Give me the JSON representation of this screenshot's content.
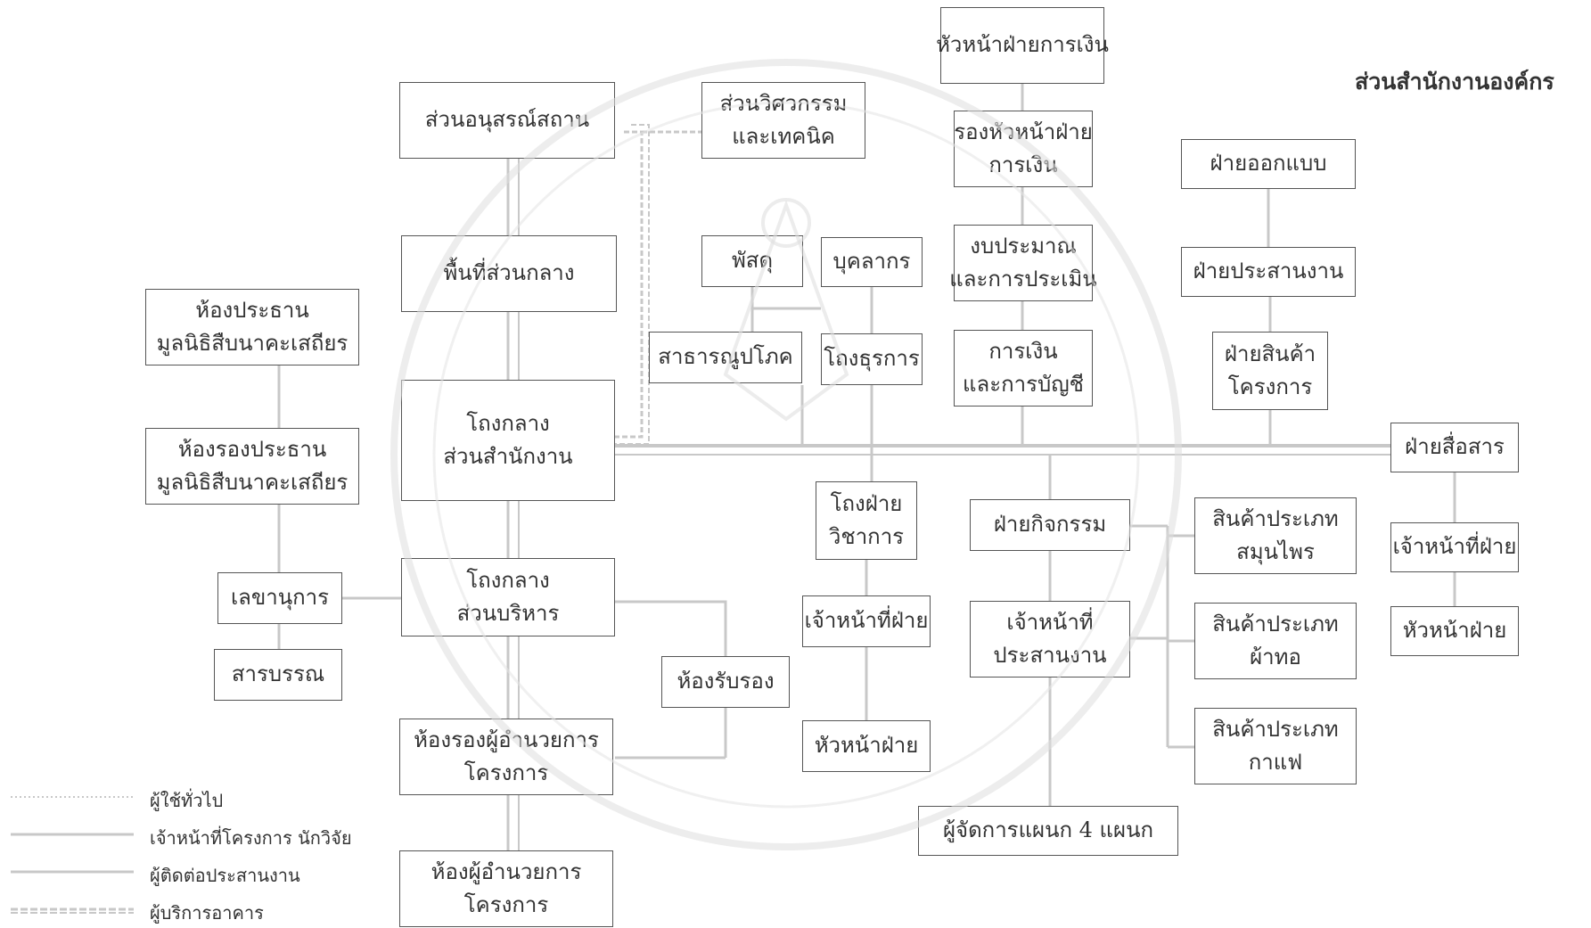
{
  "title": "ส่วนสำนักงานองค์กร",
  "colors": {
    "box_border": "#555555",
    "text": "#333333",
    "connector": "#c8c8c8",
    "watermark": "#d9d9d9"
  },
  "boxes": {
    "finance_head": "หัวหน้าฝ่ายการเงิน",
    "monument": "ส่วนอนุสรณ์สถาน",
    "engineering": [
      "ส่วนวิศวกรรม",
      "และเทคนิค"
    ],
    "finance_deputy": [
      "รองหัวหน้าฝ่าย",
      "การเงิน"
    ],
    "design": "ฝ่ายออกแบบ",
    "central_area": "พื้นที่ส่วนกลาง",
    "supplies": "พัสดุ",
    "personnel": "บุคลากร",
    "budget": [
      "งบประมาณ",
      "และการประเมิน"
    ],
    "coordination_div": "ฝ่ายประสานงาน",
    "chair_room": [
      "ห้องประธาน",
      "มูลนิธิสืบนาคะเสถียร"
    ],
    "utilities": "สาธารณูปโภค",
    "general_affairs": "โถงธุรการ",
    "accounting": [
      "การเงิน",
      "และการบัญชี"
    ],
    "products": [
      "ฝ่ายสินค้า",
      "โครงการ"
    ],
    "office_hall": [
      "โถงกลาง",
      "ส่วนสำนักงาน"
    ],
    "vice_chair_room": [
      "ห้องรองประธาน",
      "มูลนิธิสืบนาคะเสถียร"
    ],
    "communication": "ฝ่ายสื่อสาร",
    "academic_hall": [
      "โถงฝ่าย",
      "วิชาการ"
    ],
    "activities": "ฝ่ายกิจกรรม",
    "herbal": [
      "สินค้าประเภท",
      "สมุนไพร"
    ],
    "comm_staff": "เจ้าหน้าที่ฝ่าย",
    "secretary": "เลขานุการ",
    "admin_hall": [
      "โถงกลาง",
      "ส่วนบริหาร"
    ],
    "academic_staff": "เจ้าหน้าที่ฝ่าย",
    "coord_staff": [
      "เจ้าหน้าที่",
      "ประสานงาน"
    ],
    "textile": [
      "สินค้าประเภท",
      "ผ้าทอ"
    ],
    "comm_head": "หัวหน้าฝ่าย",
    "archive": "สารบรรณ",
    "reception": "ห้องรับรอง",
    "deputy_director_room": [
      "ห้องรองผู้อำนวยการ",
      "โครงการ"
    ],
    "academic_head": "หัวหน้าฝ่าย",
    "coffee": [
      "สินค้าประเภท",
      "กาแฟ"
    ],
    "dept_managers": "ผู้จัดการแผนก 4 แผนก",
    "director_room": [
      "ห้องผู้อำนวยการ",
      "โครงการ"
    ]
  },
  "legend": [
    {
      "label": "ผู้ใช้ทั่วไป",
      "style": "dotted"
    },
    {
      "label": "เจ้าหน้าที่โครงการ นักวิจัย",
      "style": "solid"
    },
    {
      "label": "ผู้ติดต่อประสานงาน",
      "style": "solid"
    },
    {
      "label": "ผู้บริการอาคาร",
      "style": "double-dashed"
    }
  ]
}
